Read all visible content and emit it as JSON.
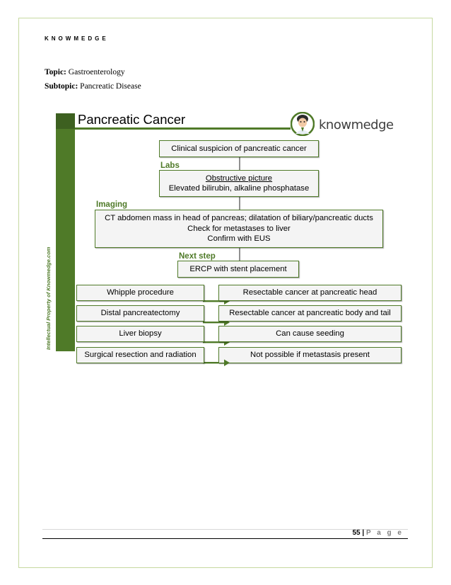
{
  "header": {
    "brand": "KNOWMEDGE"
  },
  "meta": {
    "topic_label": "Topic:",
    "topic_value": "Gastroenterology",
    "subtopic_label": "Subtopic:",
    "subtopic_value": "Pancreatic Disease"
  },
  "figure": {
    "title": "Pancreatic Cancer",
    "logo_text": "knowmedge",
    "side_text": "Intellectual Property of Knowmedge.com",
    "labels": {
      "labs": "Labs",
      "imaging": "Imaging",
      "next_step": "Next step"
    },
    "boxes": {
      "suspicion": "Clinical suspicion of pancreatic cancer",
      "labs_title": "Obstructive picture",
      "labs_line": "Elevated bilirubin, alkaline phosphatase",
      "imaging_1": "CT abdomen mass in head of pancreas; dilatation of biliary/pancreatic ducts",
      "imaging_2": "Check for metastases to liver",
      "imaging_3": "Confirm with EUS",
      "next": "ERCP with stent placement"
    },
    "rows": [
      {
        "left": "Whipple procedure",
        "right": "Resectable cancer at pancreatic head"
      },
      {
        "left": "Distal pancreatectomy",
        "right": "Resectable cancer at pancreatic body and tail"
      },
      {
        "left": "Liver biopsy",
        "right": "Can cause seeding"
      },
      {
        "left": "Surgical resection and radiation",
        "right": "Not possible if metastasis present"
      }
    ],
    "colors": {
      "green": "#4f7a28"
    }
  },
  "footer": {
    "page_number": "55",
    "separator": "|",
    "page_word": "P a g e"
  }
}
